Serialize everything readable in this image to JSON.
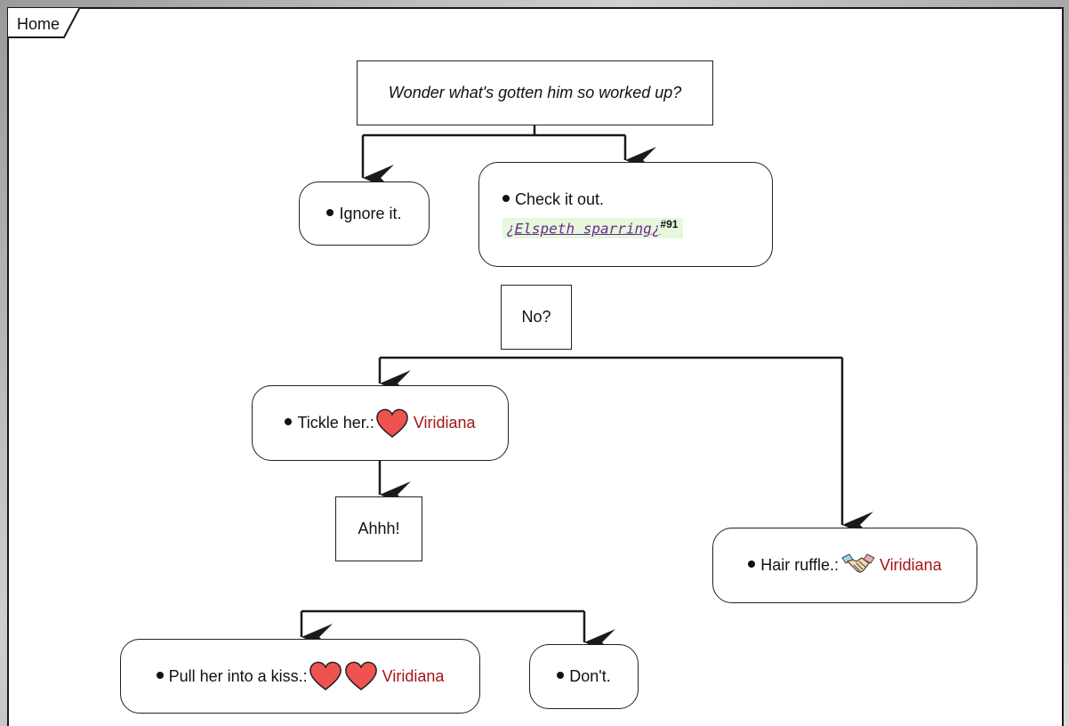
{
  "tab": {
    "label": "Home"
  },
  "nodes": {
    "intro": "Wonder what's gotten him so worked up?",
    "ignore": "Ignore it.",
    "check": "Check it out.",
    "check_link": {
      "open": "¿",
      "text": "Elspeth sparring",
      "close": "¿",
      "ref": "#91"
    },
    "no": "No?",
    "tickle": {
      "text": "Tickle her.:",
      "character": "Viridiana",
      "icon": "heart-icon"
    },
    "ahhh": "Ahhh!",
    "hair": {
      "text": "Hair ruffle.:",
      "character": "Viridiana",
      "icon": "handshake-icon"
    },
    "kiss": {
      "text": "Pull her into a kiss.:",
      "character": "Viridiana",
      "icon": "heart-icon"
    },
    "dont": "Don't."
  },
  "colors": {
    "character": "#a31515",
    "heart": "#ef5350",
    "link_bg": "#e6f7dc",
    "link": "#6c2b8e"
  }
}
